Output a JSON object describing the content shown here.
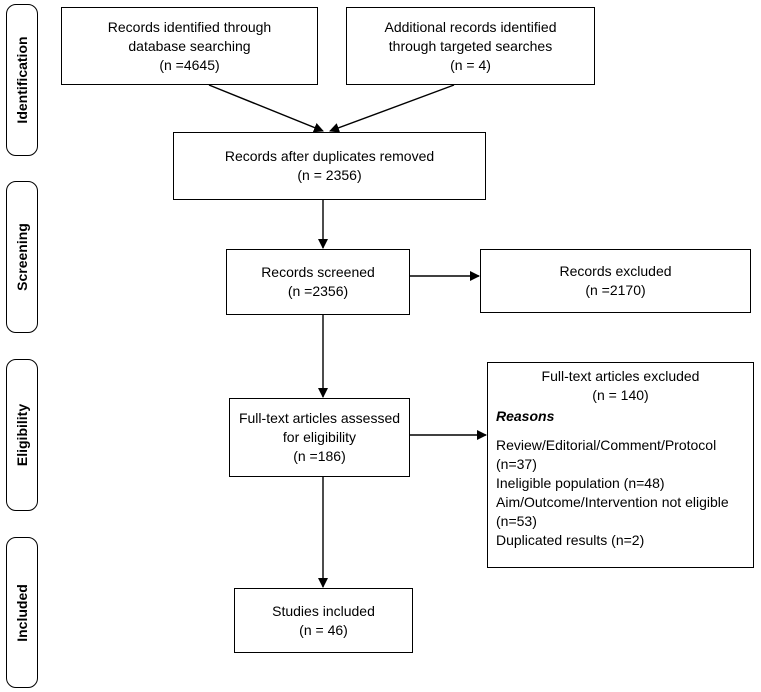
{
  "stages": {
    "identification": "Identification",
    "screening": "Screening",
    "eligibility": "Eligibility",
    "included": "Included"
  },
  "boxes": {
    "database": {
      "line1": "Records identified through",
      "line2": "database searching",
      "line3": "(n =4645)"
    },
    "additional": {
      "line1": "Additional records identified",
      "line2": "through targeted searches",
      "line3": "(n = 4)"
    },
    "duplicates": {
      "line1": "Records after duplicates removed",
      "line2": "(n = 2356)"
    },
    "screened": {
      "line1": "Records screened",
      "line2": "(n =2356)"
    },
    "excluded": {
      "line1": "Records excluded",
      "line2": "(n =2170)"
    },
    "fulltext": {
      "line1": "Full-text articles assessed",
      "line2": "for eligibility",
      "line3": "(n =186)"
    },
    "fulltext_excluded": {
      "title": "Full-text articles excluded",
      "count": "(n = 140)",
      "reasons_label": "Reasons",
      "reasons": [
        "Review/Editorial/Comment/Protocol",
        "(n=37)",
        "Ineligible population (n=48)",
        "Aim/Outcome/Intervention not eligible",
        "(n=53)",
        "Duplicated results (n=2)"
      ]
    },
    "included": {
      "line1": "Studies included",
      "line2": "(n = 46)"
    }
  }
}
